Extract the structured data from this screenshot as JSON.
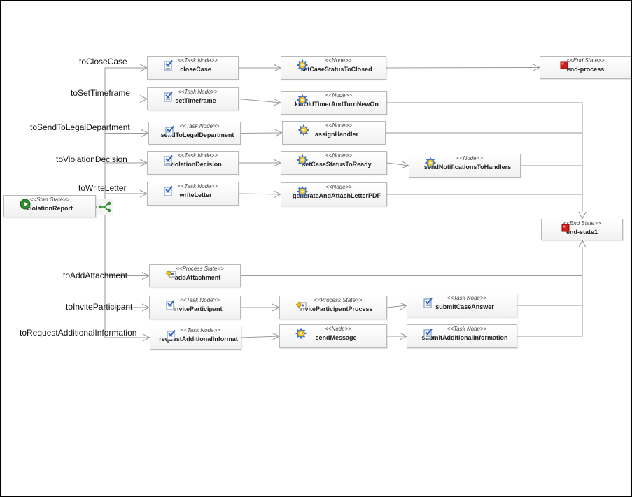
{
  "colors": {
    "edge": "#9a9a9a",
    "node_border": "#b9b9b9",
    "start_green": "#2e8b2e",
    "end_red": "#d11a1a",
    "gear_yellow": "#f0c020",
    "task_blue": "#2a62c8"
  },
  "nodes": [
    {
      "id": "violationReport",
      "stereotype": "<<Start State>>",
      "label": "violationReport",
      "icon": "start-icon"
    },
    {
      "id": "closeCase",
      "stereotype": "<<Task Node>>",
      "label": "closeCase",
      "icon": "task-icon"
    },
    {
      "id": "setCaseStatusToClosed",
      "stereotype": "<<Node>>",
      "label": "setCaseStatusToClosed",
      "icon": "gear-icon"
    },
    {
      "id": "end-process",
      "stereotype": "<<End State>>",
      "label": "end-process",
      "icon": "end-icon"
    },
    {
      "id": "setTimeframe",
      "stereotype": "<<Task Node>>",
      "label": "setTimeframe",
      "icon": "task-icon"
    },
    {
      "id": "killOldTimerAndTurnNewOn",
      "stereotype": "<<Node>>",
      "label": "killOldTimerAndTurnNewOn",
      "icon": "gear-icon"
    },
    {
      "id": "sendToLegalDepartment",
      "stereotype": "<<Task Node>>",
      "label": "sendToLegalDepartment",
      "icon": "task-icon"
    },
    {
      "id": "assignHandler",
      "stereotype": "<<Node>>",
      "label": "assignHandler",
      "icon": "gear-icon"
    },
    {
      "id": "violationDecision",
      "stereotype": "<<Task Node>>",
      "label": "violationDecision",
      "icon": "task-icon"
    },
    {
      "id": "setCaseStatusToReady",
      "stereotype": "<<Node>>",
      "label": "setCaseStatusToReady",
      "icon": "gear-icon"
    },
    {
      "id": "sendNotificationsToHandlers",
      "stereotype": "<<Node>>",
      "label": "sendNotificationsToHandlers",
      "icon": "gear-icon"
    },
    {
      "id": "writeLetter",
      "stereotype": "<<Task Node>>",
      "label": "writeLetter",
      "icon": "task-icon"
    },
    {
      "id": "generateAndAttachLetterPDF",
      "stereotype": "<<Node>>",
      "label": "generateAndAttachLetterPDF",
      "icon": "gear-icon"
    },
    {
      "id": "end-state1",
      "stereotype": "<<End State>>",
      "label": "end-state1",
      "icon": "end-icon"
    },
    {
      "id": "addAttachment",
      "stereotype": "<<Process State>>",
      "label": "addAttachment",
      "icon": "process-icon"
    },
    {
      "id": "inviteParticipant",
      "stereotype": "<<Task Node>>",
      "label": "inviteParticipant",
      "icon": "task-icon"
    },
    {
      "id": "inviteParticipantProcess",
      "stereotype": "<<Process State>>",
      "label": "inviteParticipantProcess",
      "icon": "process-icon"
    },
    {
      "id": "submitCaseAnswer",
      "stereotype": "<<Task Node>>",
      "label": "submitCaseAnswer",
      "icon": "task-icon"
    },
    {
      "id": "requestAdditionalInformation",
      "stereotype": "<<Task Node>>",
      "label": "requestAdditionalInformat",
      "icon": "task-icon"
    },
    {
      "id": "sendMessage",
      "stereotype": "<<Node>>",
      "label": "sendMessage",
      "icon": "gear-icon"
    },
    {
      "id": "submitAdditionalInformation",
      "stereotype": "<<Task Node>>",
      "label": "submitAdditionalInformation",
      "icon": "task-icon"
    }
  ],
  "transitions": [
    {
      "id": "toCloseCase",
      "label": "toCloseCase"
    },
    {
      "id": "toSetTimeframe",
      "label": "toSetTimeframe"
    },
    {
      "id": "toSendToLegalDepartment",
      "label": "toSendToLegalDepartment"
    },
    {
      "id": "toViolationDecision",
      "label": "toViolationDecision"
    },
    {
      "id": "toWriteLetter",
      "label": "toWriteLetter"
    },
    {
      "id": "toAddAttachment",
      "label": "toAddAttachment"
    },
    {
      "id": "toInviteParticipant",
      "label": "toInviteParticipant"
    },
    {
      "id": "toRequestAdditionalInformation",
      "label": "toRequestAdditionalInformation"
    }
  ],
  "edges": [
    {
      "from": "violationReport",
      "to": "fork"
    },
    {
      "from": "fork",
      "to": "closeCase"
    },
    {
      "from": "fork",
      "to": "setTimeframe"
    },
    {
      "from": "fork",
      "to": "sendToLegalDepartment"
    },
    {
      "from": "fork",
      "to": "violationDecision"
    },
    {
      "from": "fork",
      "to": "writeLetter"
    },
    {
      "from": "fork",
      "to": "addAttachment"
    },
    {
      "from": "fork",
      "to": "inviteParticipant"
    },
    {
      "from": "fork",
      "to": "requestAdditionalInformation"
    },
    {
      "from": "closeCase",
      "to": "setCaseStatusToClosed"
    },
    {
      "from": "setCaseStatusToClosed",
      "to": "end-process"
    },
    {
      "from": "setTimeframe",
      "to": "killOldTimerAndTurnNewOn"
    },
    {
      "from": "sendToLegalDepartment",
      "to": "assignHandler"
    },
    {
      "from": "violationDecision",
      "to": "setCaseStatusToReady"
    },
    {
      "from": "setCaseStatusToReady",
      "to": "sendNotificationsToHandlers"
    },
    {
      "from": "writeLetter",
      "to": "generateAndAttachLetterPDF"
    },
    {
      "from": "inviteParticipant",
      "to": "inviteParticipantProcess"
    },
    {
      "from": "inviteParticipantProcess",
      "to": "submitCaseAnswer"
    },
    {
      "from": "requestAdditionalInformation",
      "to": "sendMessage"
    },
    {
      "from": "sendMessage",
      "to": "submitAdditionalInformation"
    },
    {
      "from": "killOldTimerAndTurnNewOn",
      "to": "end-state1"
    },
    {
      "from": "assignHandler",
      "to": "end-state1"
    },
    {
      "from": "sendNotificationsToHandlers",
      "to": "end-state1"
    },
    {
      "from": "generateAndAttachLetterPDF",
      "to": "end-state1"
    },
    {
      "from": "addAttachment",
      "to": "end-state1"
    },
    {
      "from": "submitCaseAnswer",
      "to": "end-state1"
    },
    {
      "from": "submitAdditionalInformation",
      "to": "end-state1"
    }
  ]
}
